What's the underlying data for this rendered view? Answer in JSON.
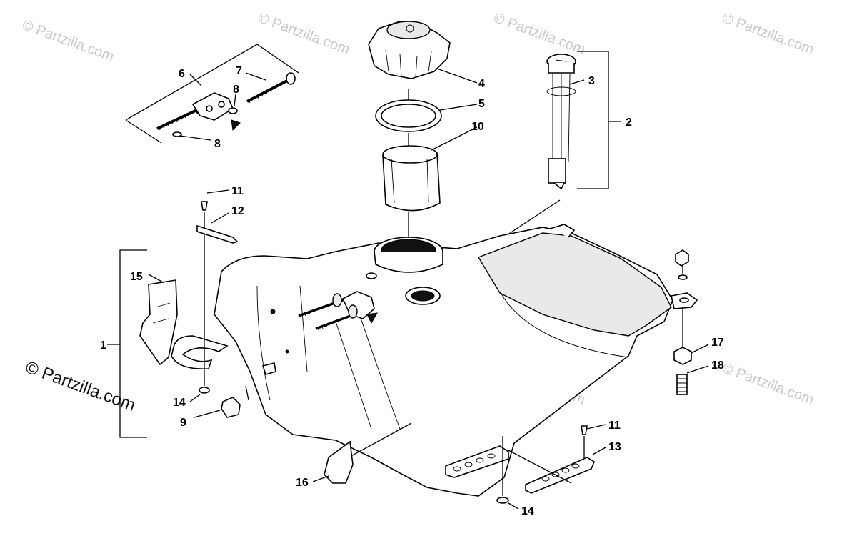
{
  "watermark": {
    "text": "© Partzilla.com",
    "large_text": "© Partzilla.com"
  },
  "callouts": [
    {
      "id": "c1",
      "number": "1"
    },
    {
      "id": "c2",
      "number": "2"
    },
    {
      "id": "c3",
      "number": "3"
    },
    {
      "id": "c4",
      "number": "4"
    },
    {
      "id": "c5",
      "number": "5"
    },
    {
      "id": "c6",
      "number": "6"
    },
    {
      "id": "c7",
      "number": "7"
    },
    {
      "id": "c8a",
      "number": "8"
    },
    {
      "id": "c8b",
      "number": "8"
    },
    {
      "id": "c9",
      "number": "9"
    },
    {
      "id": "c10",
      "number": "10"
    },
    {
      "id": "c11a",
      "number": "11"
    },
    {
      "id": "c11b",
      "number": "11"
    },
    {
      "id": "c12",
      "number": "12"
    },
    {
      "id": "c13",
      "number": "13"
    },
    {
      "id": "c14a",
      "number": "14"
    },
    {
      "id": "c14b",
      "number": "14"
    },
    {
      "id": "c15",
      "number": "15"
    },
    {
      "id": "c16",
      "number": "16"
    },
    {
      "id": "c17",
      "number": "17"
    },
    {
      "id": "c18",
      "number": "18"
    }
  ]
}
